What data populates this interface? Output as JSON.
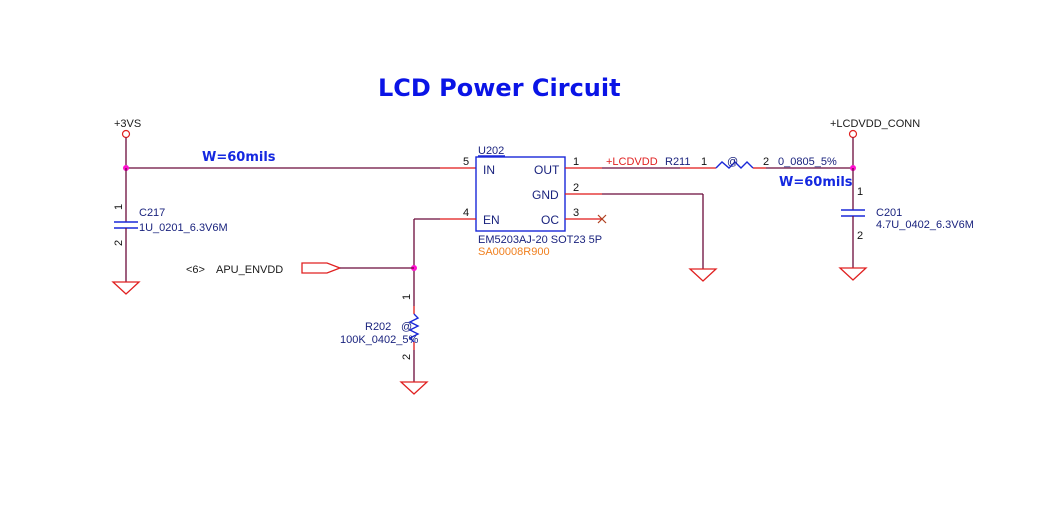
{
  "title": "LCD Power Circuit",
  "colors": {
    "title": "#0a14e6",
    "wire": "#6b0a3a",
    "pin": "#e01818",
    "component": "#1a28d8",
    "junction": "#ff10d0",
    "net_label_red": "#e02020",
    "part_number": "#f08020"
  },
  "power_ports": {
    "vin": "+3VS",
    "vout": "+LCDVDD_CONN"
  },
  "trace_width_labels": {
    "input": "W=60mils",
    "output": "W=60mils"
  },
  "ic": {
    "ref": "U202",
    "part": "EM5203AJ-20 SOT23 5P",
    "part_code": "SA00008R900",
    "pins": {
      "in": {
        "name": "IN",
        "number": "5"
      },
      "en": {
        "name": "EN",
        "number": "4"
      },
      "out": {
        "name": "OUT",
        "number": "1"
      },
      "gnd": {
        "name": "GND",
        "number": "2"
      },
      "oc": {
        "name": "OC",
        "number": "3"
      }
    }
  },
  "nets": {
    "lcdvdd": "+LCDVDD",
    "enable": "APU_ENVDD",
    "enable_sheet_ref": "<6>"
  },
  "components": {
    "c217": {
      "ref": "C217",
      "value": "1U_0201_6.3V6M",
      "pin1": "1",
      "pin2": "2"
    },
    "c201": {
      "ref": "C201",
      "value": "4.7U_0402_6.3V6M",
      "pin1": "1",
      "pin2": "2"
    },
    "r211": {
      "ref": "R211",
      "value": "0_0805_5%",
      "pin1": "1",
      "pin2": "2",
      "mark": "@"
    },
    "r202": {
      "ref": "R202",
      "value": "100K_0402_5%",
      "pin1": "1",
      "pin2": "2",
      "mark": "@"
    }
  }
}
